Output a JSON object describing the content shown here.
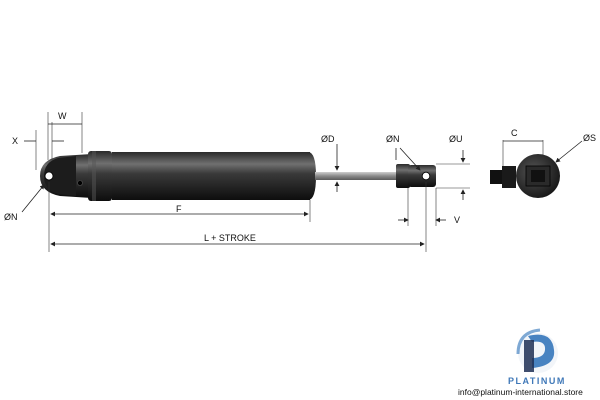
{
  "diagram": {
    "labels": {
      "x": "X",
      "w": "W",
      "dia_n_left": "ØN",
      "f": "F",
      "l_stroke": "L + STROKE",
      "dia_d": "ØD",
      "dia_n_right": "ØN",
      "dia_u": "ØU",
      "v": "V",
      "c": "C",
      "dia_s": "ØS"
    }
  },
  "watermark": {
    "brand": "PLATINUM",
    "email": "info@platinum-international.store"
  },
  "colors": {
    "body_dark": "#1a1a1a",
    "body_highlight": "#6e6e6e",
    "rod": "#9a9a9a",
    "logo_blue": "#2a6fb7",
    "logo_dark": "#1f2f55",
    "brand_text": "#3f78b8"
  }
}
